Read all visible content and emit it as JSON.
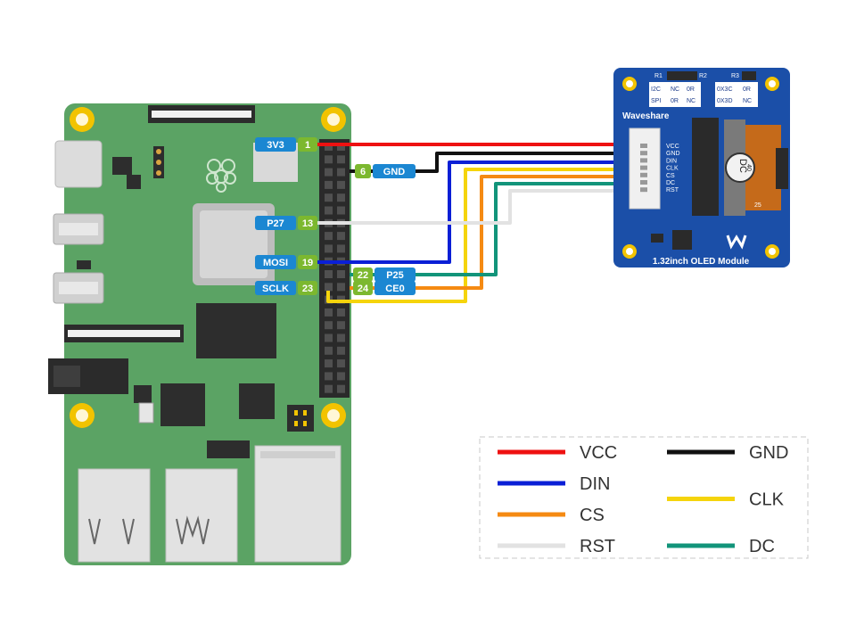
{
  "pi_pins": [
    {
      "label": "3V3",
      "num": "1"
    },
    {
      "label": "GND",
      "num": "6"
    },
    {
      "label": "P27",
      "num": "13"
    },
    {
      "label": "MOSI",
      "num": "19"
    },
    {
      "label": "P25",
      "num": "22"
    },
    {
      "label": "SCLK",
      "num": "23"
    },
    {
      "label": "CE0",
      "num": "24"
    }
  ],
  "oled": {
    "title": "1.32inch OLED Module",
    "brand": "Waveshare",
    "r1": "R1",
    "r2": "R2",
    "r3": "R3",
    "iface_rows": [
      [
        "I2C",
        "NC",
        "0R"
      ],
      [
        "SPI",
        "0R",
        "NC"
      ]
    ],
    "addr_rows": [
      [
        "0X3C",
        "0R"
      ],
      [
        "0X3D",
        "NC"
      ]
    ],
    "pins": [
      "VCC",
      "GND",
      "DIN",
      "CLK",
      "CS",
      "DC",
      "RST"
    ],
    "chip_label": "DC",
    "chip_num": "40",
    "fpc_num": "25"
  },
  "wire_colors": {
    "VCC": "#ee1111",
    "GND": "#111111",
    "DIN": "#0a1fd6",
    "CLK": "#f5d40c",
    "CS": "#f58a12",
    "DC": "#12947a",
    "RST": "#e2e2e2"
  },
  "legend": [
    {
      "label": "VCC",
      "color": "#ee1111"
    },
    {
      "label": "GND",
      "color": "#111111"
    },
    {
      "label": "DIN",
      "color": "#0a1fd6"
    },
    {
      "label": "CLK",
      "color": "#f5d40c"
    },
    {
      "label": "CS",
      "color": "#f58a12"
    },
    {
      "label": "DC",
      "color": "#12947a"
    },
    {
      "label": "RST",
      "color": "#e2e2e2"
    }
  ],
  "colors": {
    "board": "#5ba364",
    "board_dark": "#4a8c52",
    "badge_blue": "#1b87d2",
    "badge_green": "#7cb82f",
    "oled_pcb": "#1b4fa8"
  }
}
